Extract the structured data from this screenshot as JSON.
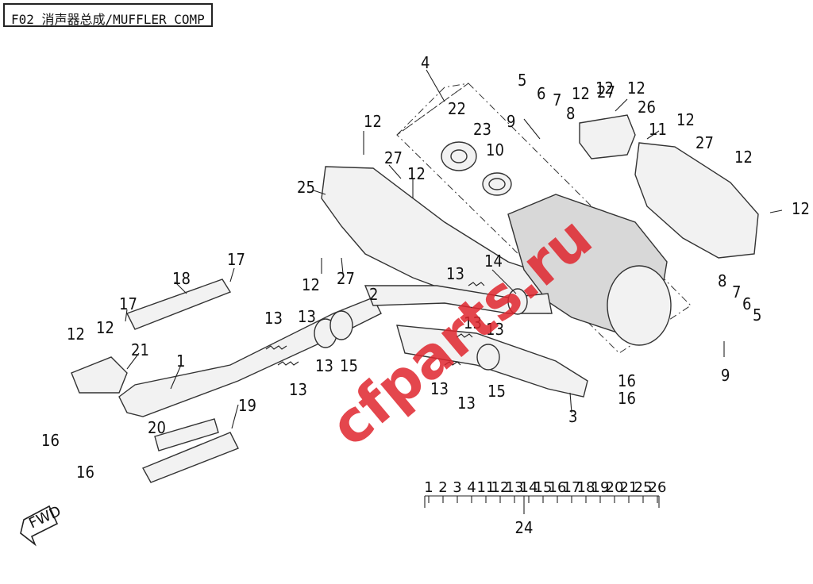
{
  "header": {
    "title": "F02 消声器总成/MUFFLER COMP"
  },
  "watermark": {
    "text": "cfparts.ru"
  },
  "fwd_badge": {
    "text": "FWD"
  },
  "callouts": {
    "n1": "1",
    "n2": "2",
    "n3": "3",
    "n4": "4",
    "n5a": "5",
    "n5b": "5",
    "n6a": "6",
    "n6b": "6",
    "n7a": "7",
    "n7b": "7",
    "n8a": "8",
    "n8b": "8",
    "n9a": "9",
    "n9b": "9",
    "n10": "10",
    "n11": "11",
    "n12a": "12",
    "n12b": "12",
    "n12c": "12",
    "n12d": "12",
    "n12e": "12",
    "n12f": "12",
    "n12g": "12",
    "n12h": "12",
    "n12i": "12",
    "n12j": "12",
    "n12k": "12",
    "n13a": "13",
    "n13b": "13",
    "n13c": "13",
    "n13d": "13",
    "n13e": "13",
    "n13f": "13",
    "n13g": "13",
    "n13h": "13",
    "n13i": "13",
    "n14": "14",
    "n15a": "15",
    "n15b": "15",
    "n16a": "16",
    "n16b": "16",
    "n16c": "16",
    "n16d": "16",
    "n17a": "17",
    "n17b": "17",
    "n18": "18",
    "n19": "19",
    "n20": "20",
    "n21": "21",
    "n22": "22",
    "n23": "23",
    "n24": "24",
    "n25": "25",
    "n26": "26",
    "n27a": "27",
    "n27b": "27",
    "n27c": "27",
    "n27d": "27"
  },
  "kit_list": {
    "items": [
      "1",
      "2",
      "3",
      "4",
      "11",
      "12",
      "13",
      "14",
      "15",
      "16",
      "17",
      "18",
      "19",
      "20",
      "21",
      "25",
      "26"
    ],
    "kit_label": "24"
  },
  "colors": {
    "ink": "#222222",
    "watermark": "#e0262e",
    "paper": "#ffffff"
  }
}
